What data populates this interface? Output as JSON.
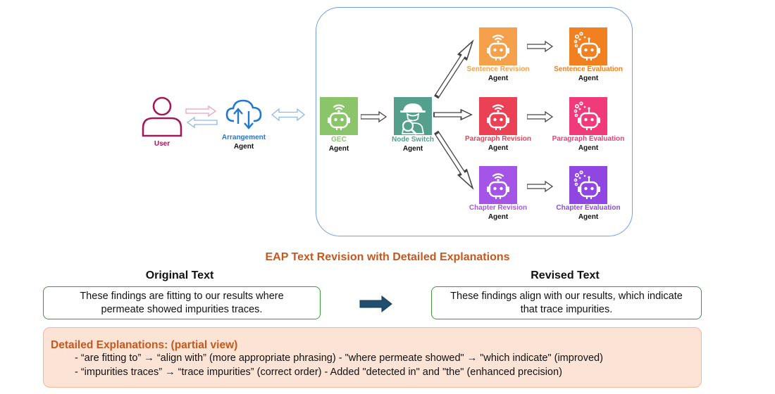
{
  "agents": {
    "user": {
      "label": "User",
      "color": "#a0195a"
    },
    "arrangement": {
      "name": "Arrangement",
      "role": "Agent",
      "color": "#1f78d1"
    },
    "gec": {
      "name": "GEC",
      "role": "Agent",
      "color": "#8bc56a"
    },
    "node_switch": {
      "name": "Node Switch",
      "role": "Agent",
      "color": "#55a08c"
    },
    "sentence_revision": {
      "name": "Sentence Revision",
      "role": "Agent",
      "color": "#f5a04a"
    },
    "sentence_evaluation": {
      "name": "Sentence Evaluation",
      "role": "Agent",
      "color": "#f08020"
    },
    "paragraph_revision": {
      "name": "Paragraph Revision",
      "role": "Agent",
      "color": "#ea4155"
    },
    "paragraph_evaluation": {
      "name": "Paragraph Evaluation",
      "role": "Agent",
      "color": "#f03a7a"
    },
    "chapter_revision": {
      "name": "Chapter Revision",
      "role": "Agent",
      "color": "#a455e8"
    },
    "chapter_evaluation": {
      "name": "Chapter Evaluation",
      "role": "Agent",
      "color": "#9046e0"
    }
  },
  "revision": {
    "title": "EAP Text Revision with Detailed Explanations",
    "original_heading": "Original Text",
    "original_lines": [
      "These findings are fitting to our results where",
      "permeate showed impurities traces."
    ],
    "revised_heading": "Revised Text",
    "revised_lines": [
      "These findings align with our results, which indicate",
      "that trace impurities."
    ]
  },
  "explanations": {
    "title": "Detailed Explanations: (partial view)",
    "lines": [
      "- “are fitting to” → “align with” (more appropriate phrasing) - \"where permeate showed\" → \"which indicate\" (improved)",
      "- “impurities traces” → “trace impurities” (correct order) - Added \"detected in\" and \"the\" (enhanced precision)"
    ]
  }
}
